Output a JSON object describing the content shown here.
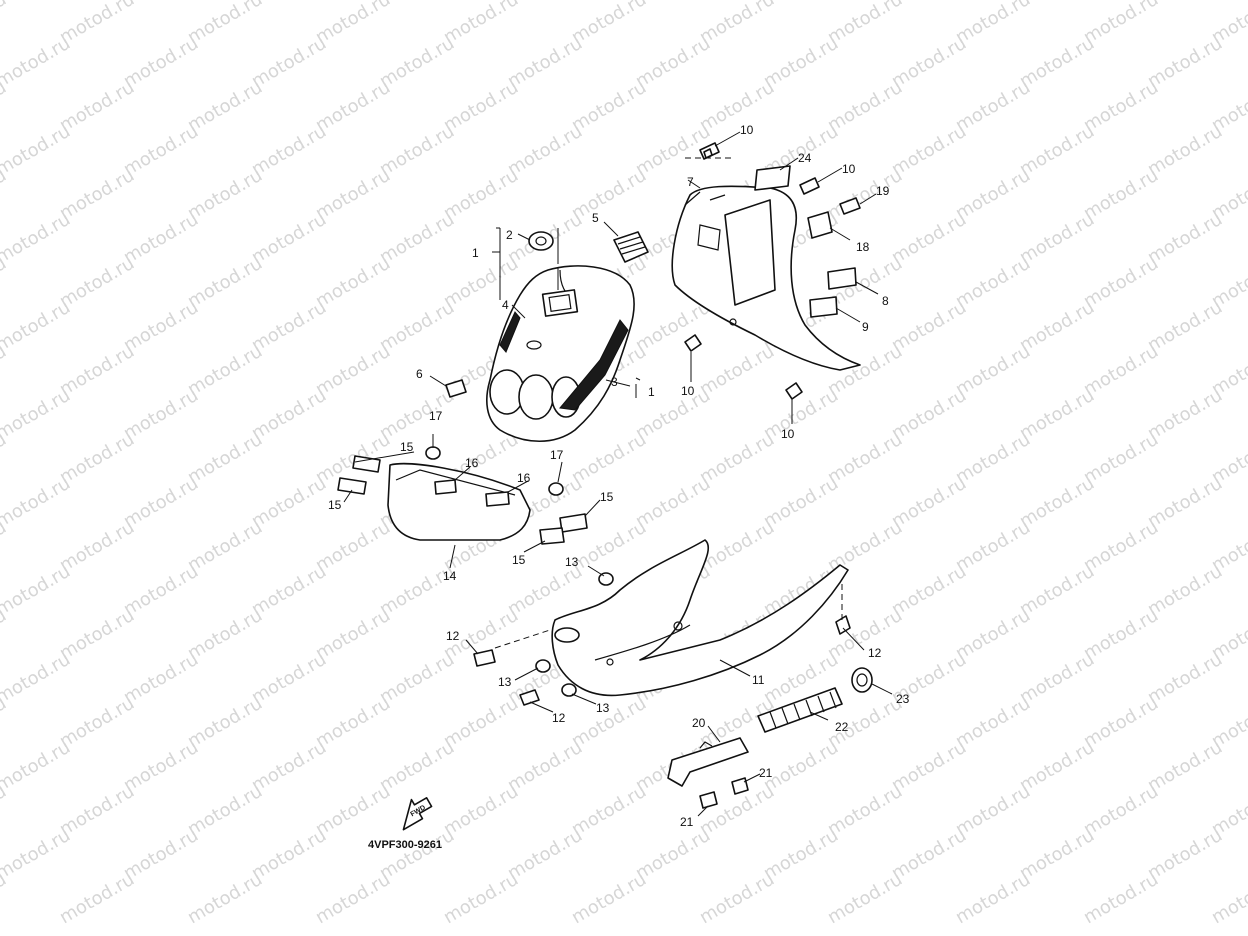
{
  "watermark": {
    "text": "motod.ru"
  },
  "diagram_code": "4VPF300-9261",
  "fwd_label": "FWD",
  "callouts": {
    "c1a": "1",
    "c1b": "1",
    "c2": "2",
    "c3": "3",
    "c4": "4",
    "c5": "5",
    "c6": "6",
    "c7": "7",
    "c8": "8",
    "c9": "9",
    "c10a": "10",
    "c10b": "10",
    "c10c": "10",
    "c10d": "10",
    "c11": "11",
    "c12a": "12",
    "c12b": "12",
    "c12c": "12",
    "c13a": "13",
    "c13b": "13",
    "c13c": "13",
    "c14": "14",
    "c15a": "15",
    "c15b": "15",
    "c15c": "15",
    "c15d": "15",
    "c16a": "16",
    "c16b": "16",
    "c17a": "17",
    "c17b": "17",
    "c18": "18",
    "c19": "19",
    "c20": "20",
    "c21a": "21",
    "c21b": "21",
    "c22": "22",
    "c23": "23",
    "c24": "24"
  },
  "colors": {
    "watermark": "#d6d6d6",
    "line": "#111111"
  }
}
